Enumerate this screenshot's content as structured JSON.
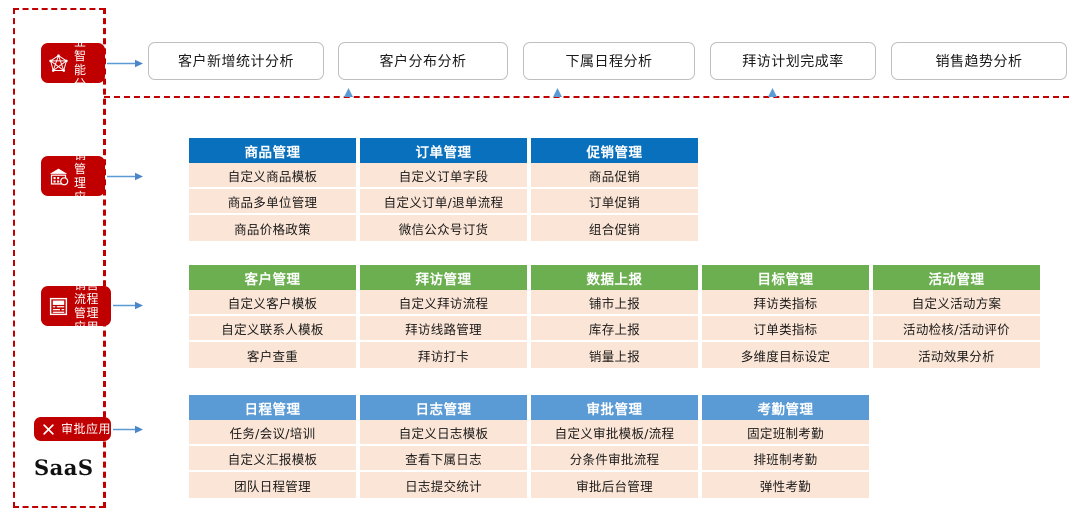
{
  "diagram": {
    "platform_label": "SaaS",
    "accent_red": "#C00000",
    "header_blue": "#0870BC",
    "header_green": "#6CAF51",
    "header_light_blue": "#5B9BD5",
    "row_bg": "#FBE5D6"
  },
  "sidebar": {
    "items": [
      {
        "id": "bi",
        "label": "商业智\n能分析",
        "icon": "network-graph-icon"
      },
      {
        "id": "dx",
        "label": "动销管\n理应用",
        "icon": "store-house-icon"
      },
      {
        "id": "sale",
        "label": "销售流程\n管理应用",
        "icon": "sale-document-icon"
      },
      {
        "id": "apr",
        "label": "审批应用",
        "icon": "check-cross-icon"
      }
    ]
  },
  "top_row": {
    "boxes": [
      {
        "label": "客户新增统计分析"
      },
      {
        "label": "客户分布分析"
      },
      {
        "label": "下属日程分析"
      },
      {
        "label": "拜访计划完成率"
      },
      {
        "label": "销售趋势分析"
      }
    ]
  },
  "groups": [
    {
      "id": "dx-group",
      "header_style": "hd-blue",
      "cards": [
        {
          "title": "商品管理",
          "rows": [
            "自定义商品模板",
            "商品多单位管理",
            "商品价格政策"
          ]
        },
        {
          "title": "订单管理",
          "rows": [
            "自定义订单字段",
            "自定义订单/退单流程",
            "微信公众号订货"
          ]
        },
        {
          "title": "促销管理",
          "rows": [
            "商品促销",
            "订单促销",
            "组合促销"
          ]
        }
      ]
    },
    {
      "id": "sale-group",
      "header_style": "hd-green",
      "cards": [
        {
          "title": "客户管理",
          "rows": [
            "自定义客户模板",
            "自定义联系人模板",
            "客户查重"
          ]
        },
        {
          "title": "拜访管理",
          "rows": [
            "自定义拜访流程",
            "拜访线路管理",
            "拜访打卡"
          ]
        },
        {
          "title": "数据上报",
          "rows": [
            "铺市上报",
            "库存上报",
            "销量上报"
          ]
        },
        {
          "title": "目标管理",
          "rows": [
            "拜访类指标",
            "订单类指标",
            "多维度目标设定"
          ]
        },
        {
          "title": "活动管理",
          "rows": [
            "自定义活动方案",
            "活动检核/活动评价",
            "活动效果分析"
          ]
        }
      ]
    },
    {
      "id": "apr-group",
      "header_style": "hd-lblue",
      "cards": [
        {
          "title": "日程管理",
          "rows": [
            "任务/会议/培训",
            "自定义汇报模板",
            "团队日程管理"
          ]
        },
        {
          "title": "日志管理",
          "rows": [
            "自定义日志模板",
            "查看下属日志",
            "日志提交统计"
          ]
        },
        {
          "title": "审批管理",
          "rows": [
            "自定义审批模板/流程",
            "分条件审批流程",
            "审批后台管理"
          ]
        },
        {
          "title": "考勤管理",
          "rows": [
            "固定班制考勤",
            "排班制考勤",
            "弹性考勤"
          ]
        }
      ]
    }
  ]
}
